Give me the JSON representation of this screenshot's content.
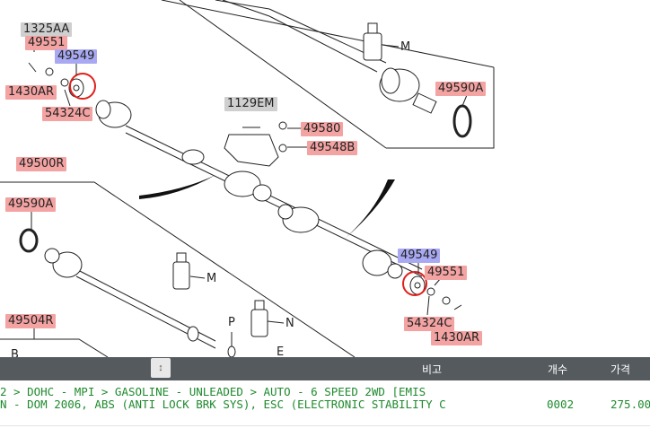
{
  "diagram": {
    "labels": {
      "l1325AA": "1325AA",
      "l49551a": "49551",
      "l49549a": "49549",
      "l1430ARa": "1430AR",
      "l54324Ca": "54324C",
      "l1129EM": "1129EM",
      "l49580": "49580",
      "l49548B": "49548B",
      "l49590Aa": "49590A",
      "l49500R": "49500R",
      "l49590Ab": "49590A",
      "l49504R": "49504R",
      "l49549b": "49549",
      "l49551b": "49551",
      "l54324Cb": "54324C",
      "l1430ARb": "1430AR"
    },
    "letters": {
      "m1": "M",
      "m2": "M",
      "n": "N",
      "p": "P",
      "e": "E",
      "b": "B"
    }
  },
  "table": {
    "headers": {
      "remarks": "비고",
      "qty": "개수",
      "price": "가격"
    },
    "resize_icon": "↕",
    "row": {
      "desc_line1": "2 > DOHC - MPI > GASOLINE - UNLEADED > AUTO - 6 SPEED 2WD [EMIS",
      "desc_line2": "N - DOM 2006, ABS (ANTI LOCK BRK SYS), ESC (ELECTRONIC STABILITY C",
      "qty": "0002",
      "price": "275.00"
    }
  },
  "colors": {
    "label_red": "#f4a3a3",
    "label_blue": "#a9a9f3",
    "label_gray": "#cfcfcf",
    "header_bg": "#555a5e",
    "row_text": "#1f8a2e",
    "highlight_circle": "#e0201a"
  }
}
